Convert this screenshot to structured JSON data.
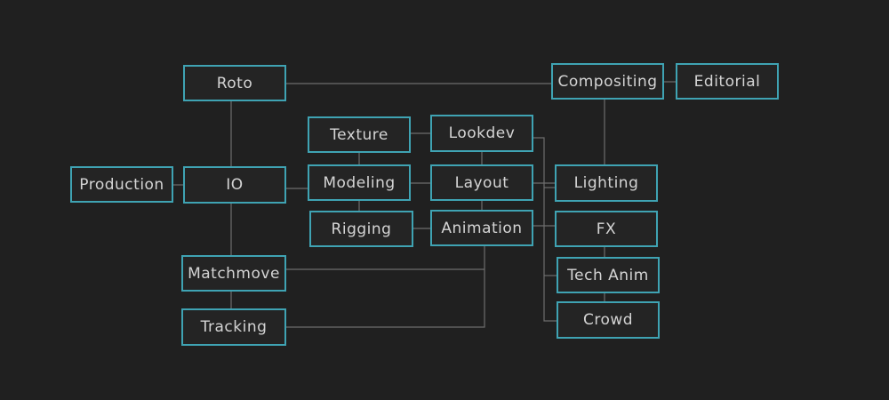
{
  "colors": {
    "background": "#202020",
    "node_border": "#3fa3b3",
    "node_fill": "#242424",
    "text": "#d4d4d4",
    "edge": "#6e6e6e"
  },
  "nodes": {
    "roto": "Roto",
    "compositing": "Compositing",
    "editorial": "Editorial",
    "texture": "Texture",
    "lookdev": "Lookdev",
    "production": "Production",
    "io": "IO",
    "modeling": "Modeling",
    "layout": "Layout",
    "lighting": "Lighting",
    "rigging": "Rigging",
    "animation": "Animation",
    "fx": "FX",
    "matchmove": "Matchmove",
    "tech_anim": "Tech Anim",
    "tracking": "Tracking",
    "crowd": "Crowd"
  }
}
